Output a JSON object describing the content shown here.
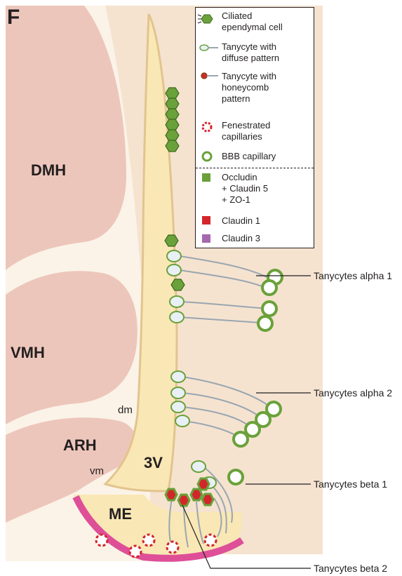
{
  "panel_label": "F",
  "regions": {
    "dmh": "DMH",
    "vmh": "VMH",
    "arh": "ARH",
    "me": "ME",
    "third_ventricle": "3V",
    "dm": "dm",
    "vm": "vm"
  },
  "legend": {
    "cell_types": [
      {
        "icon": "ciliated-ependymal-cell-icon",
        "lines": [
          "Ciliated",
          "ependymal cell"
        ]
      },
      {
        "icon": "tanycyte-diffuse-icon",
        "lines": [
          "Tanycyte with",
          "diffuse pattern"
        ]
      },
      {
        "icon": "tanycyte-honeycomb-icon",
        "lines": [
          "Tanycyte with",
          "honeycomb",
          "pattern"
        ]
      },
      {
        "icon": "fenestrated-capillary-icon",
        "lines": [
          "Fenestrated",
          "capillaries"
        ]
      },
      {
        "icon": "bbb-capillary-icon",
        "lines": [
          "BBB capillary"
        ]
      }
    ],
    "proteins": [
      {
        "color": "#6aa13a",
        "lines": [
          "Occludin",
          "+ Claudin 5",
          "+ ZO-1"
        ]
      },
      {
        "color": "#d4252b",
        "lines": [
          "Claudin 1"
        ]
      },
      {
        "color": "#a568ae",
        "lines": [
          "Claudin 3"
        ]
      }
    ]
  },
  "callouts": {
    "alpha1": "Tanycytes alpha 1",
    "alpha2": "Tanycytes alpha 2",
    "beta1": "Tanycytes beta 1",
    "beta2": "Tanycytes beta 2"
  },
  "colors": {
    "background": "#f5e3d0",
    "nucleus": "#edc6bb",
    "ventricle": "#f9e7b5",
    "ventricle_outline": "#e2c48e",
    "border_band": "#fbf3e7",
    "me_capillary": "#de4f97",
    "ependymal_green": "#6aa13a",
    "claudin1_red": "#d4252b",
    "claudin3_purple": "#a568ae",
    "cell_fill": "#e9f0f5",
    "cell_stroke": "#9aa6b0"
  }
}
